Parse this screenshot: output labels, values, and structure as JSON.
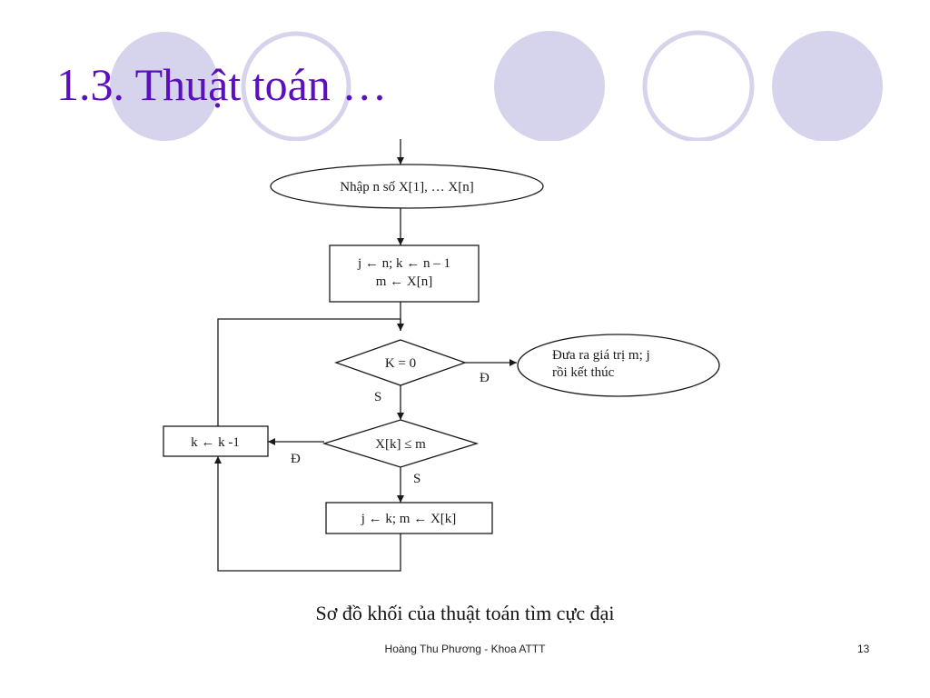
{
  "slide": {
    "title": "1.3. Thuật toán …",
    "caption": "Sơ đồ khối của thuật toán tìm cực đại",
    "footer": "Hoàng Thu Phương - Khoa ATTT",
    "page_number": "13"
  },
  "flowchart": {
    "input_node": "Nhập n số X[1], … X[n]",
    "init_node_line1": "j ← n; k ← n – 1",
    "init_node_line2": "m ← X[n]",
    "decision_k": "K = 0",
    "output_node_line1": "Đưa ra giá trị m; j",
    "output_node_line2": "rồi kết thúc",
    "yes_label_1": "Đ",
    "no_label_1": "S",
    "decision_compare": "X[k] ≤ m",
    "decrement_node": "k ← k -1",
    "yes_label_2": "Đ",
    "no_label_2": "S",
    "update_node": "j ← k;  m ← X[k]"
  },
  "colors": {
    "title": "#5b0fbe",
    "circle_fill": "#d5d4ec",
    "circle_outline": "#d5d4ec"
  }
}
